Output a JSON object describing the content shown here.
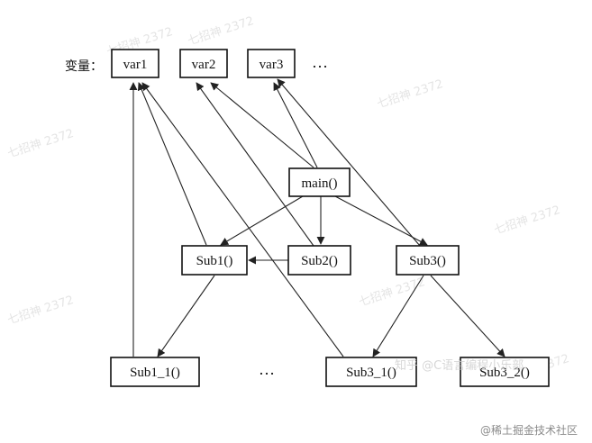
{
  "variables_label": "变量：",
  "nodes": {
    "var1": "var1",
    "var2": "var2",
    "var3": "var3",
    "var_more": "…",
    "main": "main()",
    "sub1": "Sub1()",
    "sub2": "Sub2()",
    "sub3": "Sub3()",
    "sub1_1": "Sub1_1()",
    "sub_more": "…",
    "sub3_1": "Sub3_1()",
    "sub3_2": "Sub3_2()"
  },
  "watermark_text": "七招神 2372",
  "overlay_text": "知乎 @C语言编程小乐部",
  "credit_text": "@稀土掘金技术社区",
  "colors": {
    "line": "#222222",
    "box_border": "#111111",
    "watermark": "#cfcfcf",
    "credit": "#8a8a8a"
  }
}
